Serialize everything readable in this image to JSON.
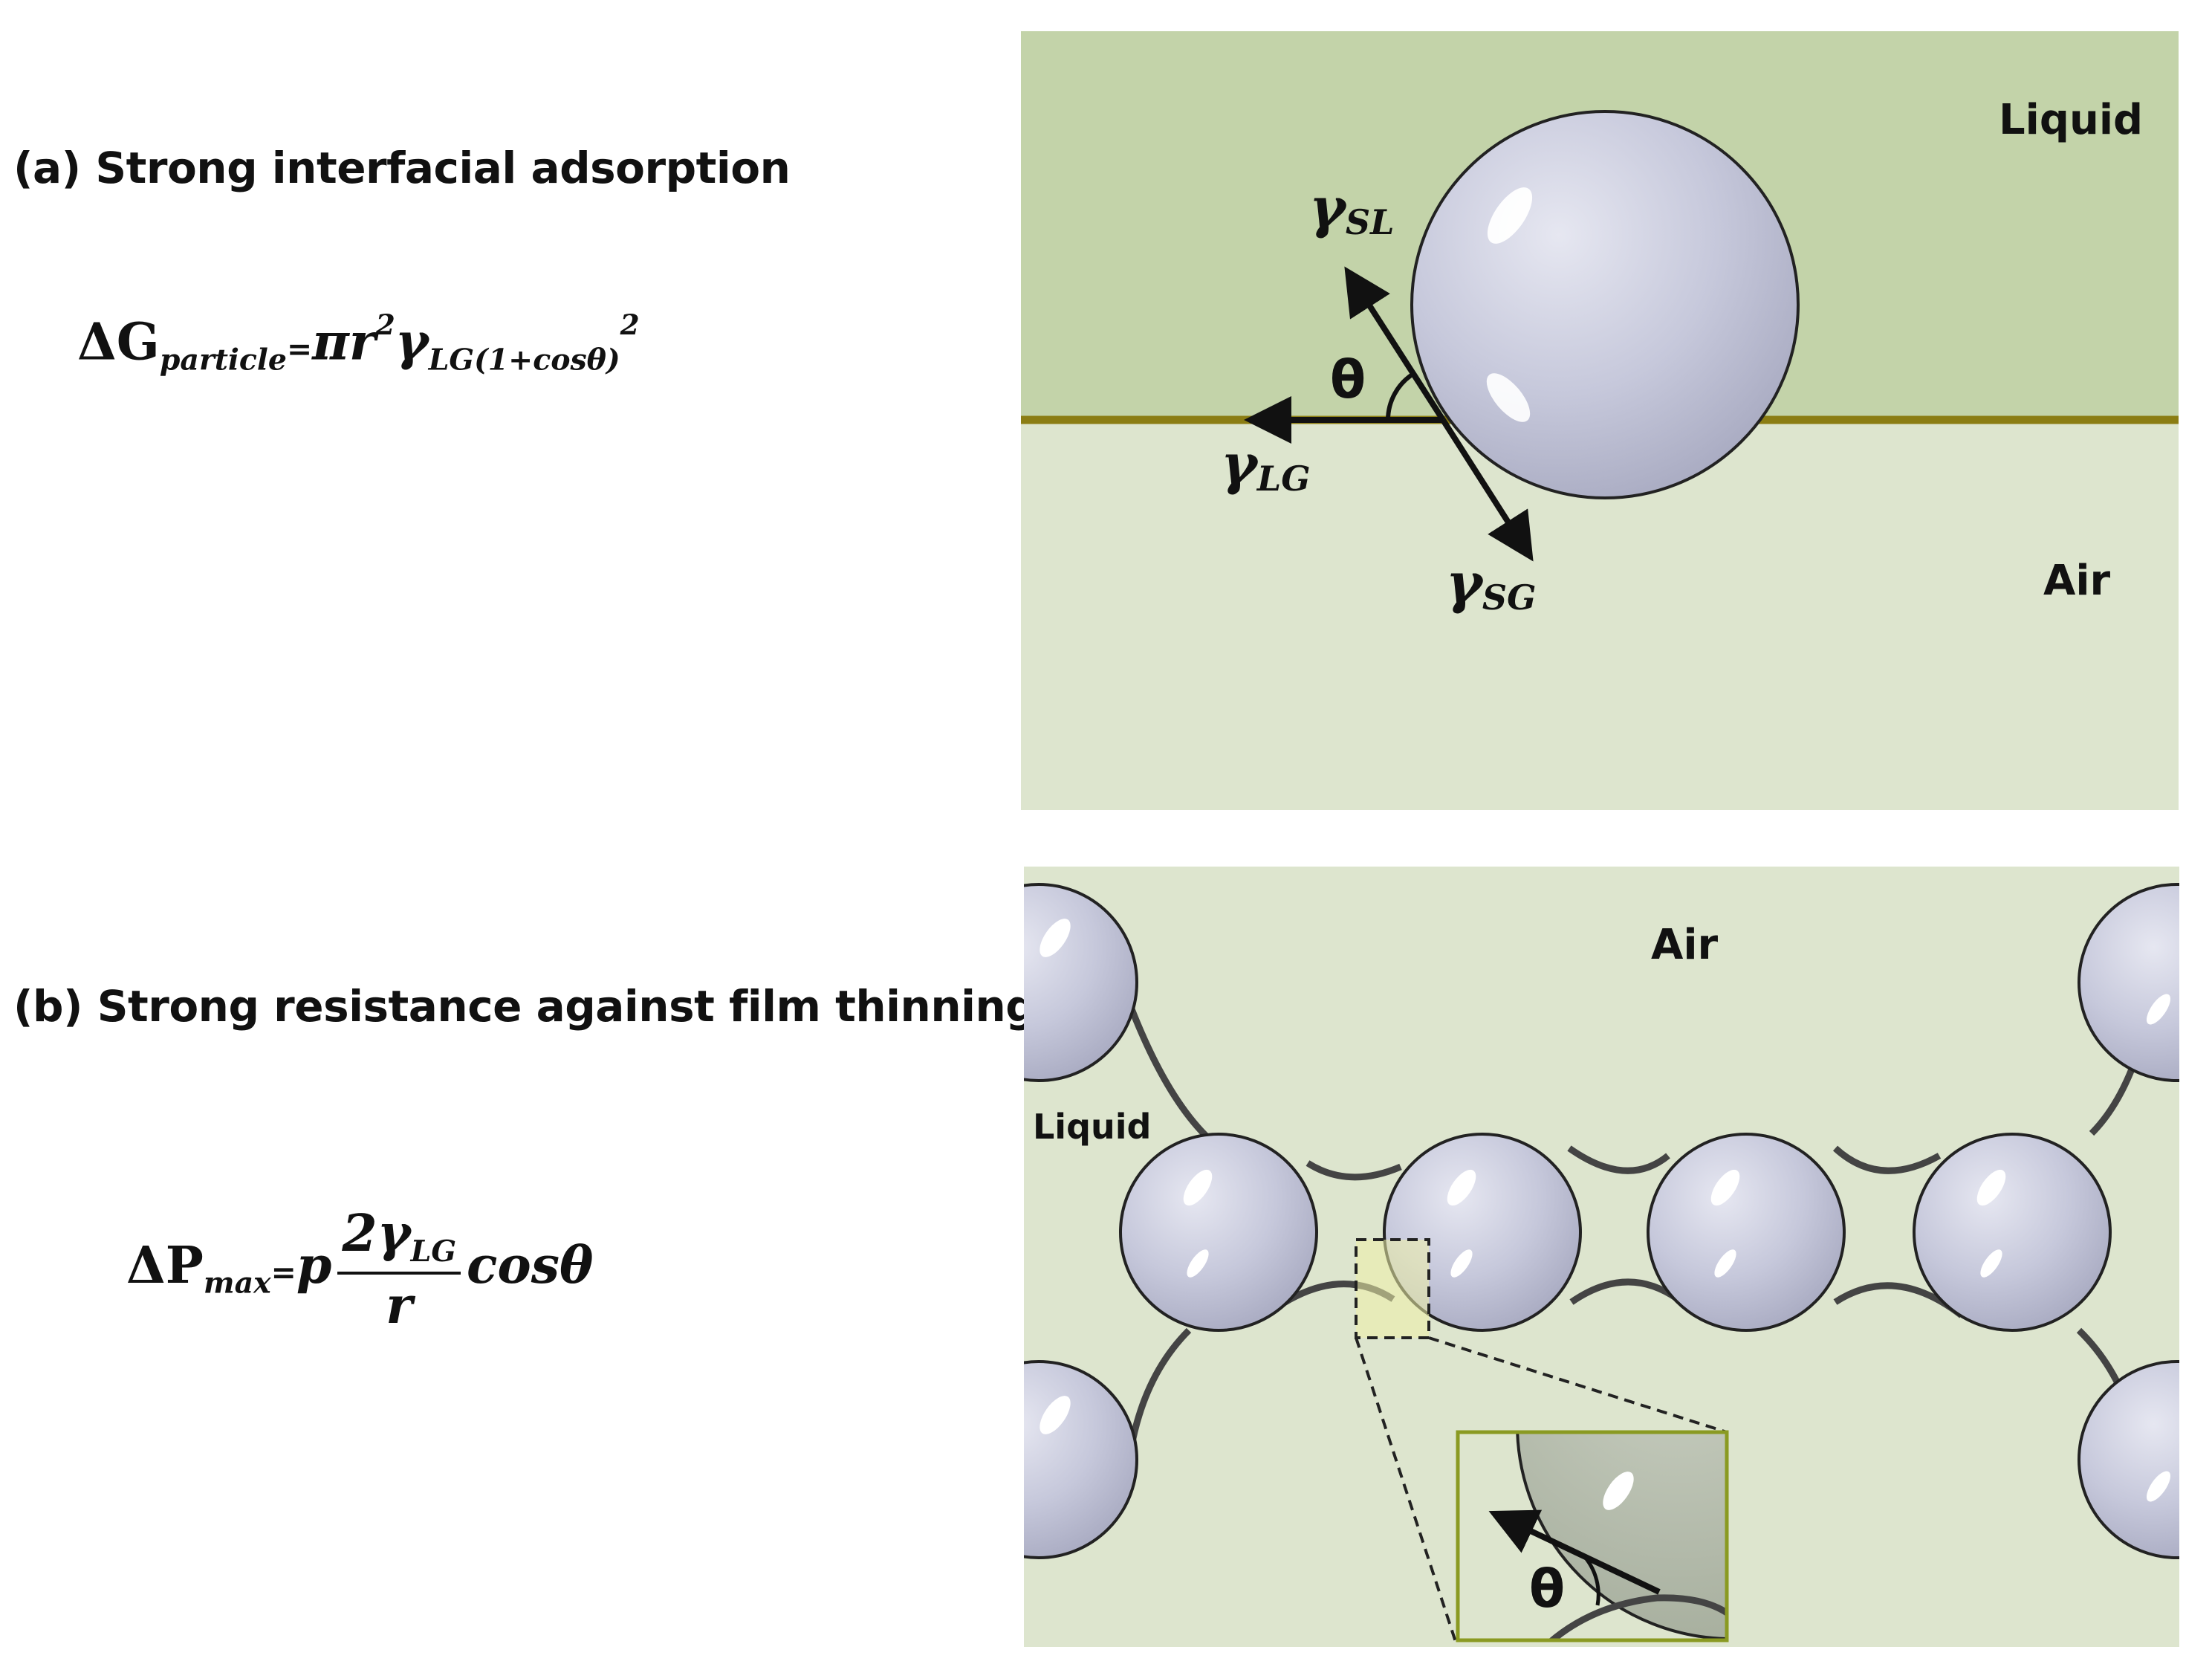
{
  "panel_a": {
    "heading": "(a) Strong interfacial adsorption",
    "equation": {
      "lhs_symbol": "ΔG",
      "lhs_sub": "particle",
      "eq": "=",
      "pi_r": "πr",
      "r_exp": "2",
      "gamma": "γ",
      "gamma_sub": "LG",
      "paren": "(1+cosθ)",
      "paren_exp": "2"
    },
    "labels": {
      "liquid": "Liquid",
      "air": "Air",
      "theta": "θ",
      "gamma": "γ",
      "sl": "SL",
      "lg": "LG",
      "sg": "SG"
    }
  },
  "panel_b": {
    "heading": "(b) Strong resistance against film thinning",
    "equation": {
      "lhs_symbol": "ΔP",
      "lhs_sub": "max",
      "eq": "=",
      "p": "p",
      "num": "2γ",
      "num_sub": "LG",
      "den": "r",
      "tail": "cosθ"
    },
    "labels": {
      "air": "Air",
      "liquid": "Liquid",
      "theta": "θ"
    }
  },
  "colors": {
    "liquid": "#c3d3a9",
    "air": "#dde5ce",
    "interface": "#8b7d13",
    "particle": "#c5c7da",
    "film": "#444444",
    "inset_border": "#8a9a22"
  }
}
